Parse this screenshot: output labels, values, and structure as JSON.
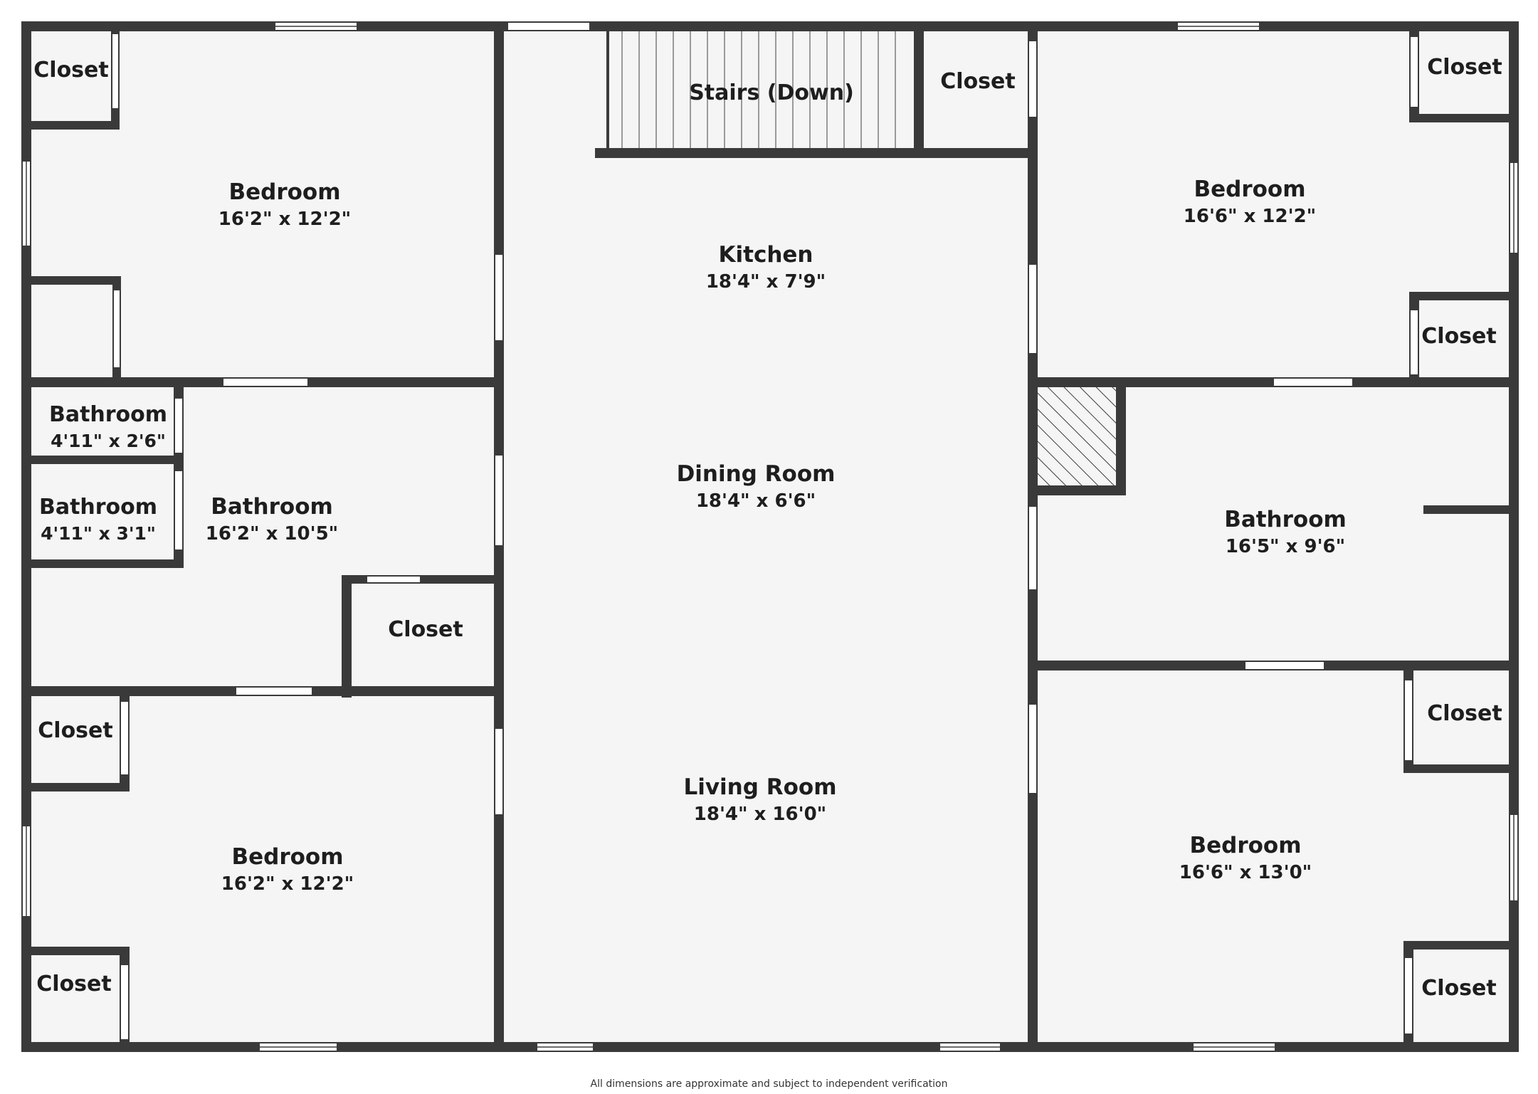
{
  "colors": {
    "wall": "#3a3a3a",
    "floor": "#f5f5f5",
    "opening": "#ffffff",
    "text": "#1e1e1e"
  },
  "rooms": {
    "closet_tl": {
      "label": "Closet"
    },
    "bedroom_tl": {
      "label": "Bedroom",
      "dims": "16'2\" x 12'2\""
    },
    "bath_small_1": {
      "label": "Bathroom",
      "dims": "4'11\" x 2'6\""
    },
    "bath_small_2": {
      "label": "Bathroom",
      "dims": "4'11\" x 3'1\""
    },
    "bath_left": {
      "label": "Bathroom",
      "dims": "16'2\" x 10'5\""
    },
    "closet_mid_left": {
      "label": "Closet"
    },
    "closet_bl_top": {
      "label": "Closet"
    },
    "bedroom_bl": {
      "label": "Bedroom",
      "dims": "16'2\" x 12'2\""
    },
    "closet_bl_bottom": {
      "label": "Closet"
    },
    "stairs": {
      "label": "Stairs (Down)"
    },
    "closet_top_mid": {
      "label": "Closet"
    },
    "kitchen": {
      "label": "Kitchen",
      "dims": "18'4\" x 7'9\""
    },
    "dining": {
      "label": "Dining Room",
      "dims": "18'4\" x 6'6\""
    },
    "living": {
      "label": "Living Room",
      "dims": "18'4\" x 16'0\""
    },
    "closet_tr_top": {
      "label": "Closet"
    },
    "bedroom_tr": {
      "label": "Bedroom",
      "dims": "16'6\" x 12'2\""
    },
    "closet_tr_bottom": {
      "label": "Closet"
    },
    "bath_right": {
      "label": "Bathroom",
      "dims": "16'5\" x 9'6\""
    },
    "closet_br_top": {
      "label": "Closet"
    },
    "bedroom_br": {
      "label": "Bedroom",
      "dims": "16'6\" x 13'0\""
    },
    "closet_br_bottom": {
      "label": "Closet"
    }
  },
  "disclaimer": "All dimensions are approximate and subject to independent verification"
}
